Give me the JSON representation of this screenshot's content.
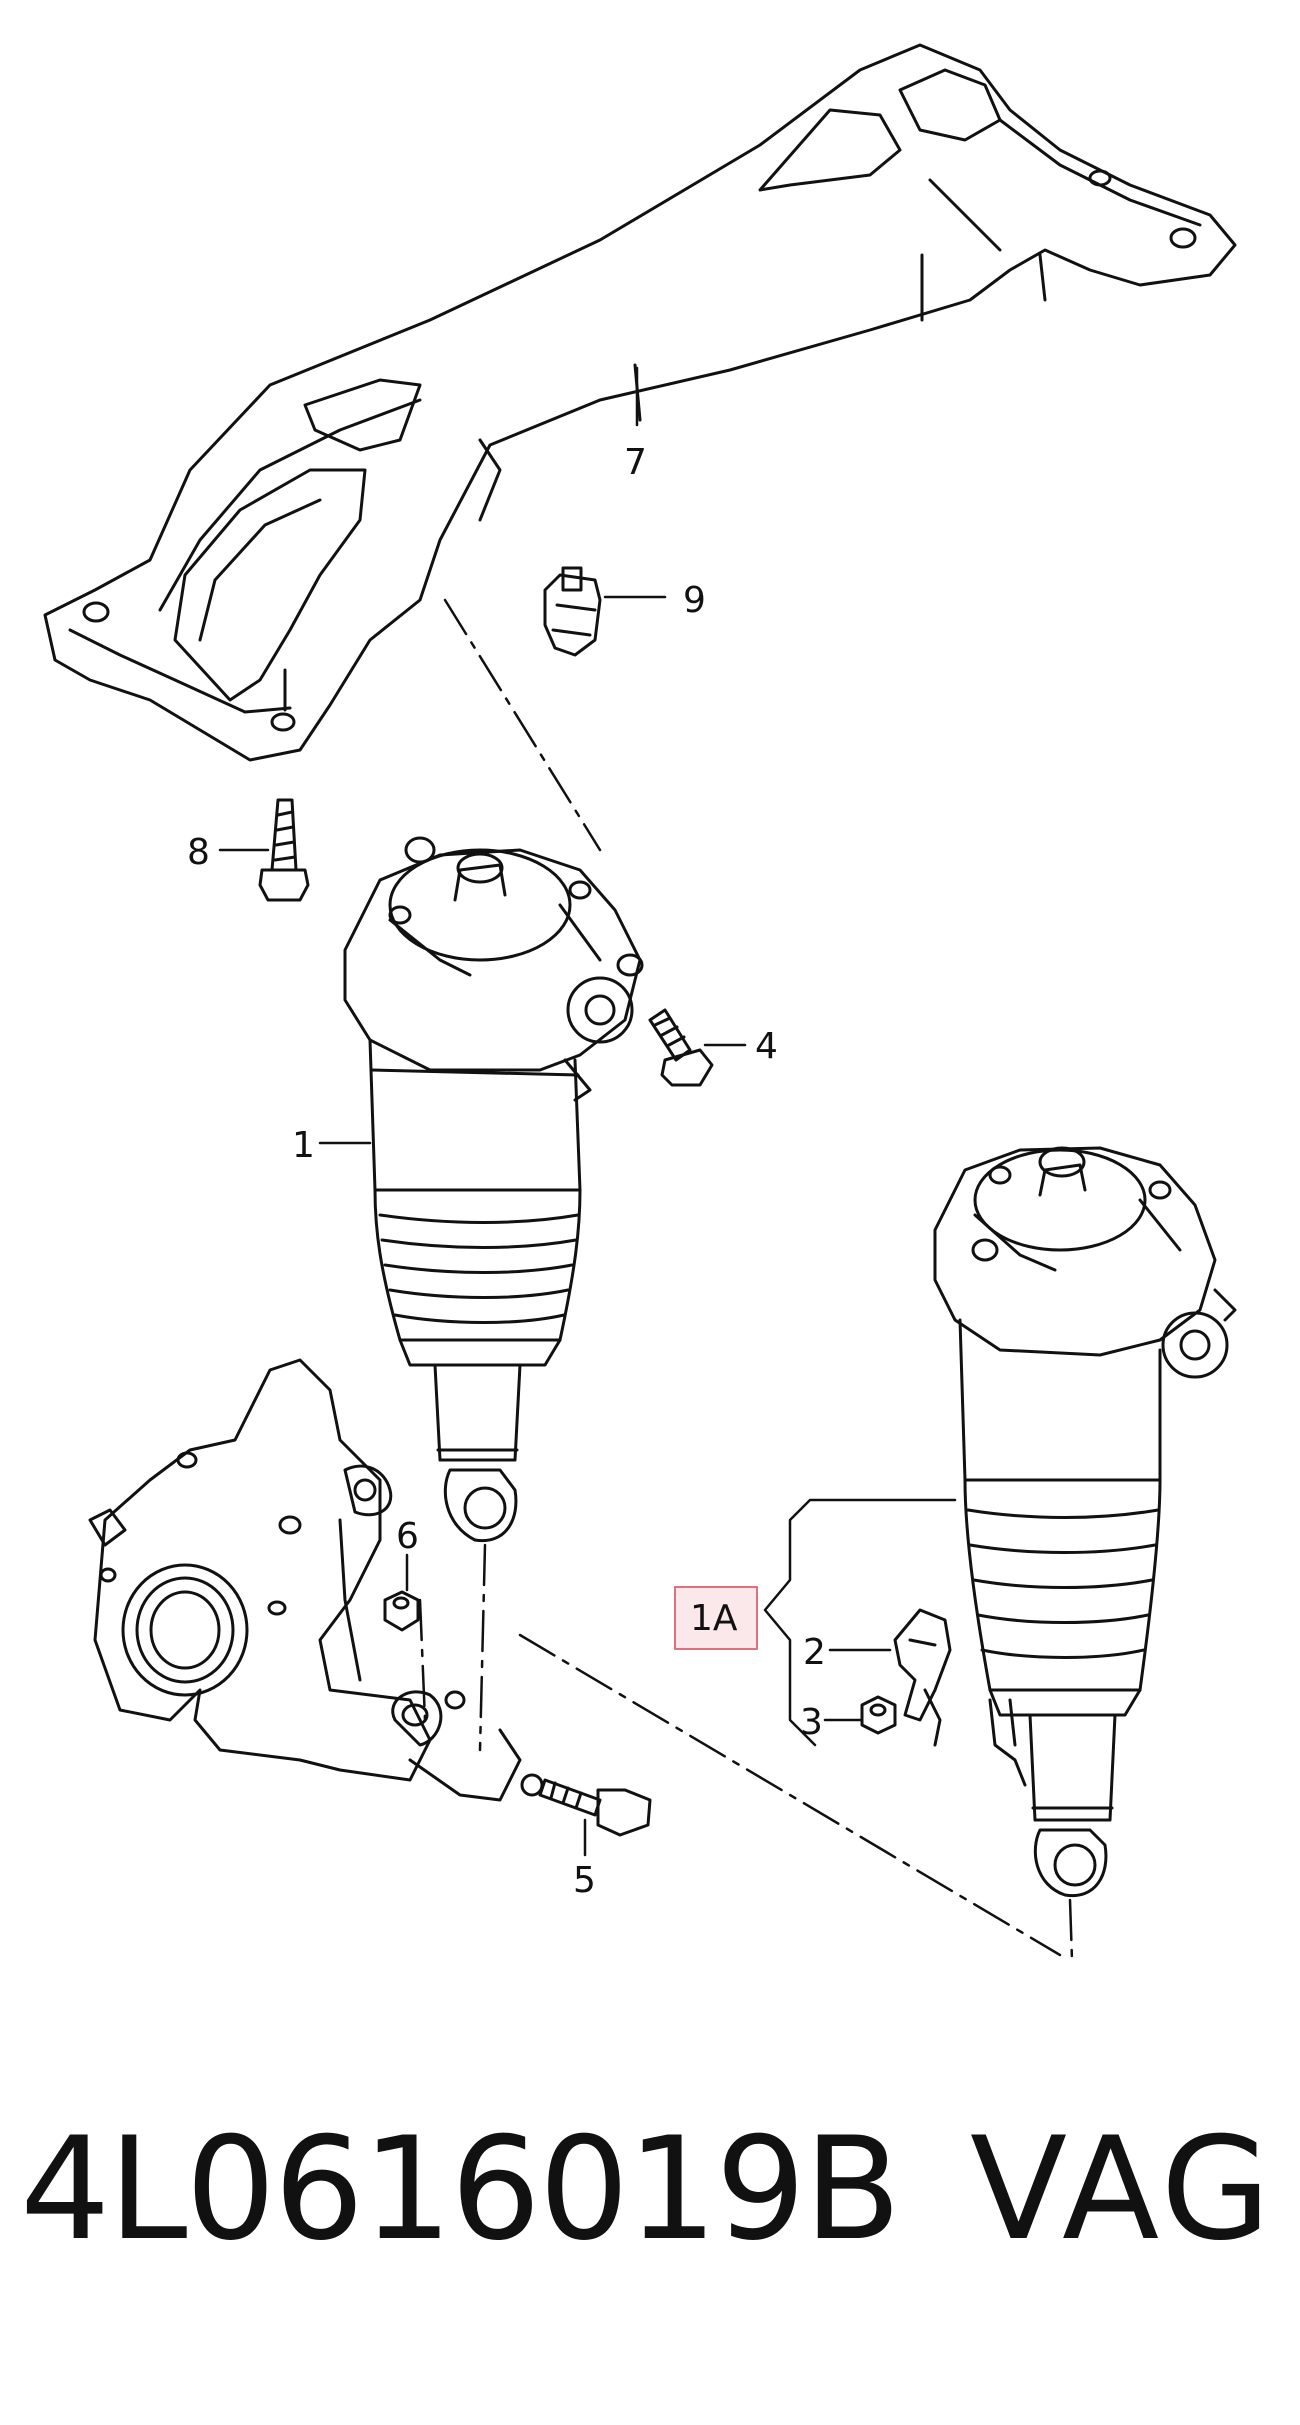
{
  "diagram": {
    "callouts": {
      "c1": "1",
      "c1a": "1A",
      "c2": "2",
      "c3": "3",
      "c4": "4",
      "c5": "5",
      "c6": "6",
      "c7": "7",
      "c8": "8",
      "c9": "9"
    }
  },
  "footer": {
    "part_number": "4L0616019B",
    "brand": "VAG"
  },
  "colors": {
    "line": "#111111",
    "highlight_box": "#e0707a",
    "highlight_fill": "#fbe8ea"
  }
}
